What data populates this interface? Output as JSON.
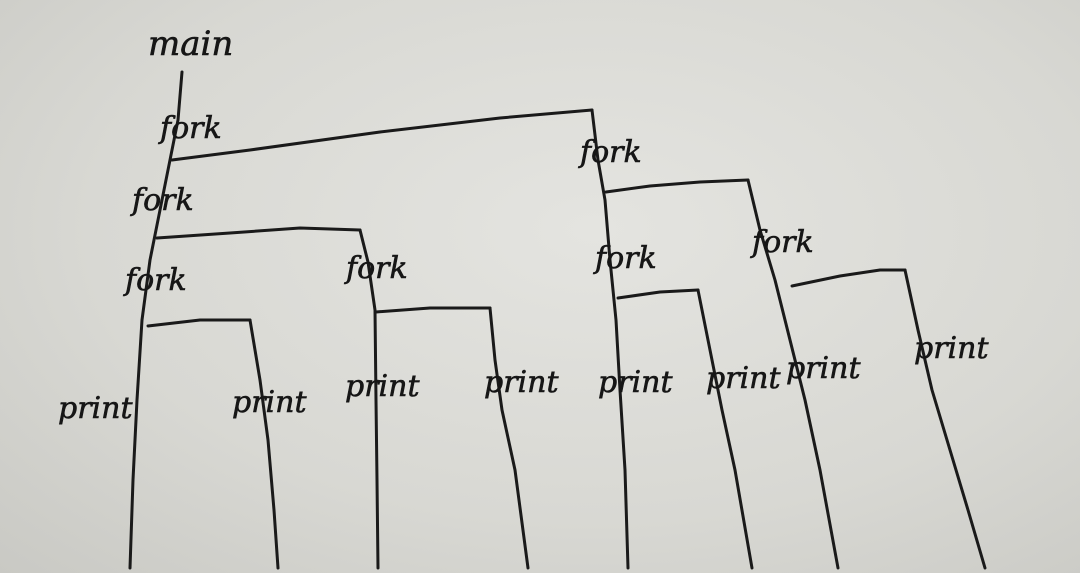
{
  "labels": {
    "main": "main",
    "fork": "fork",
    "print": "print"
  },
  "nodes": [
    {
      "id": "root",
      "label": "main"
    },
    {
      "id": "f1",
      "label": "fork",
      "parent": "root"
    },
    {
      "id": "f2",
      "label": "fork",
      "parent": "f1"
    },
    {
      "id": "f3",
      "label": "fork",
      "parent": "f2"
    },
    {
      "id": "f4",
      "label": "fork",
      "parent": "f2"
    },
    {
      "id": "f5",
      "label": "fork",
      "parent": "f1"
    },
    {
      "id": "f6",
      "label": "fork",
      "parent": "f5"
    },
    {
      "id": "f7",
      "label": "fork",
      "parent": "f5"
    },
    {
      "id": "p1",
      "label": "print",
      "parent": "f3"
    },
    {
      "id": "p2",
      "label": "print",
      "parent": "f3"
    },
    {
      "id": "p3",
      "label": "print",
      "parent": "f4"
    },
    {
      "id": "p4",
      "label": "print",
      "parent": "f4"
    },
    {
      "id": "p5",
      "label": "print",
      "parent": "f6"
    },
    {
      "id": "p6",
      "label": "print",
      "parent": "f6"
    },
    {
      "id": "p7",
      "label": "print",
      "parent": "f7"
    },
    {
      "id": "p8",
      "label": "print",
      "parent": "f7"
    }
  ],
  "colors": {
    "ink": "#1a1a1a",
    "paper": "#dcdcd8"
  }
}
